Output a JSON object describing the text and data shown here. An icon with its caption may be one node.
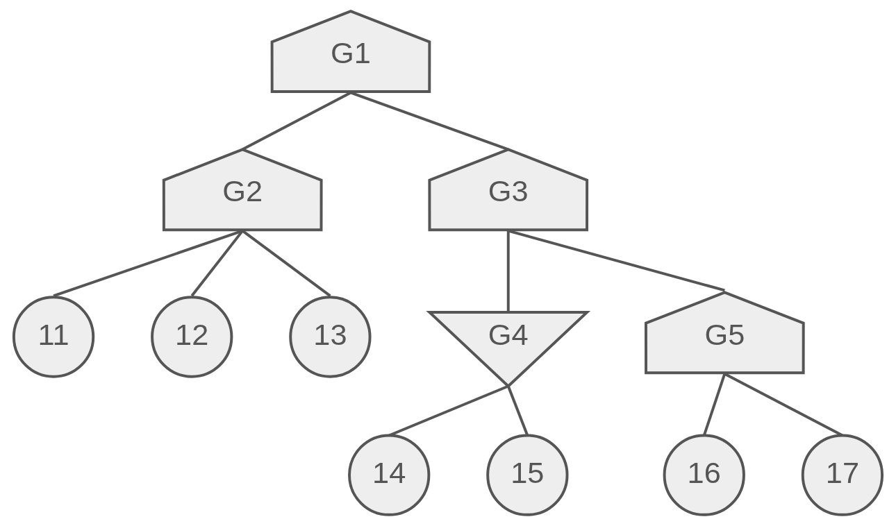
{
  "diagram": {
    "nodes": [
      {
        "text": [
          "G1"
        ]
      },
      {
        "text": [
          "G2"
        ]
      },
      {
        "text": [
          "G3"
        ]
      },
      {
        "text": [
          "11"
        ]
      },
      {
        "text": [
          "12"
        ]
      },
      {
        "text": [
          "13"
        ]
      },
      {
        "text": [
          "G4"
        ]
      },
      {
        "text": [
          "G5"
        ]
      },
      {
        "text": [
          "14"
        ]
      },
      {
        "text": [
          "15"
        ]
      },
      {
        "text": [
          "16"
        ]
      },
      {
        "text": [
          "17"
        ]
      }
    ],
    "edges": [
      {
        "from": 0,
        "to": 1,
        "arrow": "none"
      },
      {
        "from": 0,
        "to": 2,
        "arrow": "none"
      },
      {
        "from": 1,
        "to": 3,
        "arrow": "none"
      },
      {
        "from": 1,
        "to": 4,
        "arrow": "none"
      },
      {
        "from": 1,
        "to": 5,
        "arrow": "none"
      },
      {
        "from": 2,
        "to": 6,
        "arrow": "none"
      },
      {
        "from": 2,
        "to": 7,
        "arrow": "none"
      },
      {
        "from": 6,
        "to": 8,
        "arrow": "none"
      },
      {
        "from": 6,
        "to": 9,
        "arrow": "none"
      },
      {
        "from": 7,
        "to": 10,
        "arrow": "none"
      },
      {
        "from": 7,
        "to": 11,
        "arrow": "none"
      }
    ]
  }
}
